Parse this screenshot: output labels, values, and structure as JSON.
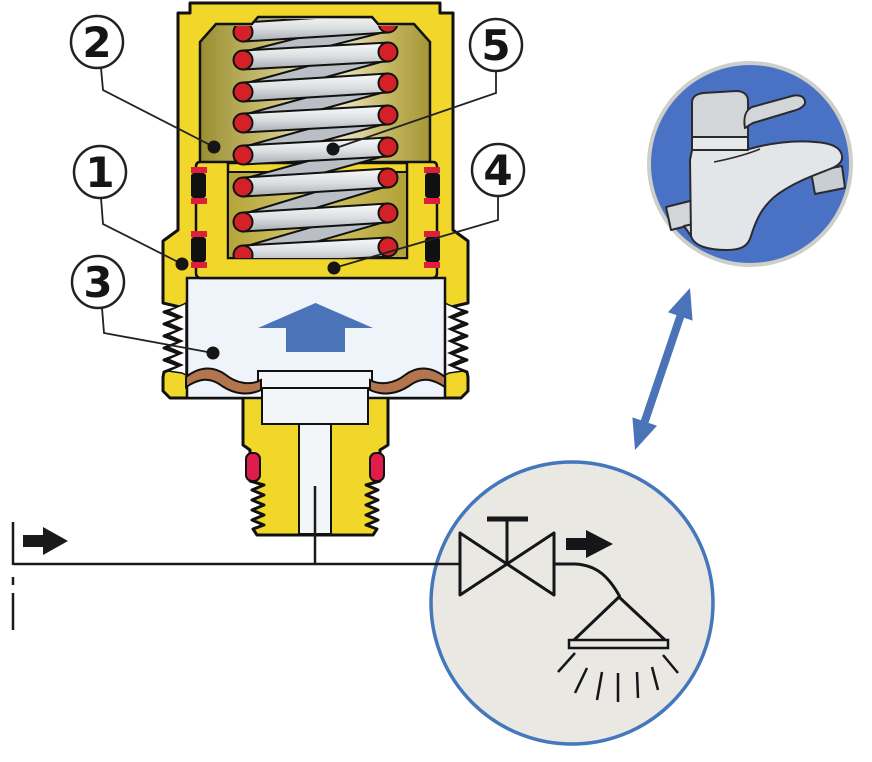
{
  "callouts": [
    {
      "number": "1"
    },
    {
      "number": "2"
    },
    {
      "number": "3"
    },
    {
      "number": "4"
    },
    {
      "number": "5"
    }
  ],
  "icons": {
    "tap_badge": "faucet-icon",
    "flow_inlet": "arrow-right-icon",
    "chamber_flow": "arrow-up-icon",
    "link": "double-headed-arrow-icon",
    "shutoff_valve": "valve-bowtie-symbol",
    "outlet_flow": "arrow-right-icon",
    "spray": "spray-nozzle-symbol"
  },
  "colors": {
    "brass": "#f2d72b",
    "spring_red": "#d42127",
    "oring_red": "#e01c4a",
    "flow_blue": "#4a73b8",
    "badge_blue": "#4a72c4",
    "badge_ring": "#cfcfca",
    "diaphragm_brown": "#b3754d",
    "chamber_white": "#eef4f9",
    "schematic_bg": "#e9e8e3",
    "schematic_border": "#4477bb",
    "outline": "#1a1a1a"
  }
}
